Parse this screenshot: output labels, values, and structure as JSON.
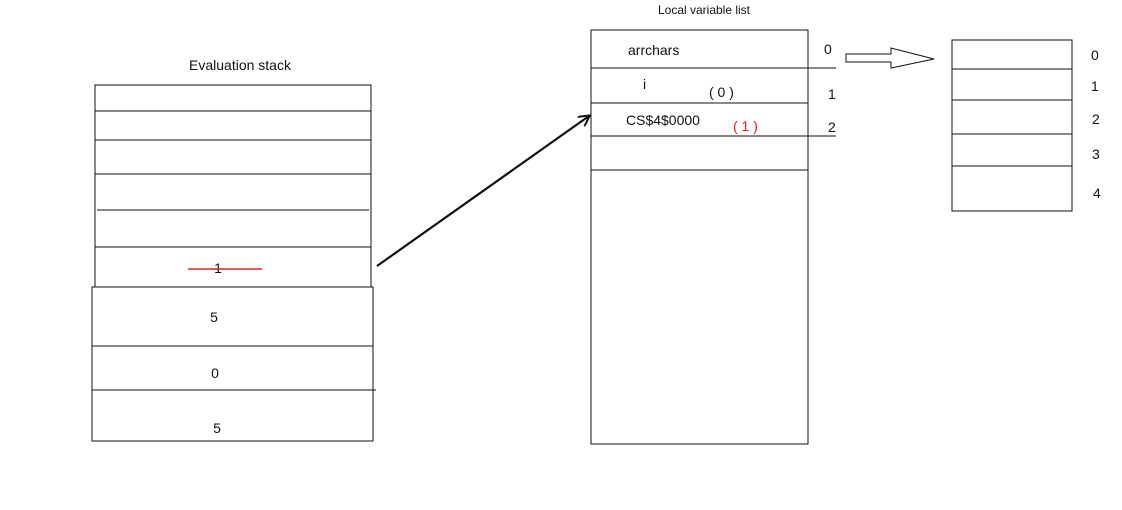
{
  "eval_stack": {
    "title": "Evaluation stack",
    "struck_value": "1",
    "values": [
      "5",
      "0",
      "5"
    ]
  },
  "locals": {
    "title": "Local variable list",
    "rows": [
      {
        "name": "arrchars",
        "index": "0"
      },
      {
        "name": "i",
        "value": "( 0 )",
        "index": "1"
      },
      {
        "name": "CS$4$0000",
        "value": "( 1 )",
        "index": "2"
      }
    ]
  },
  "array": {
    "indices": [
      "0",
      "1",
      "2",
      "3",
      "4"
    ]
  },
  "colors": {
    "stroke": "#111111",
    "highlight": "#e02020",
    "strike": "#e02020"
  }
}
